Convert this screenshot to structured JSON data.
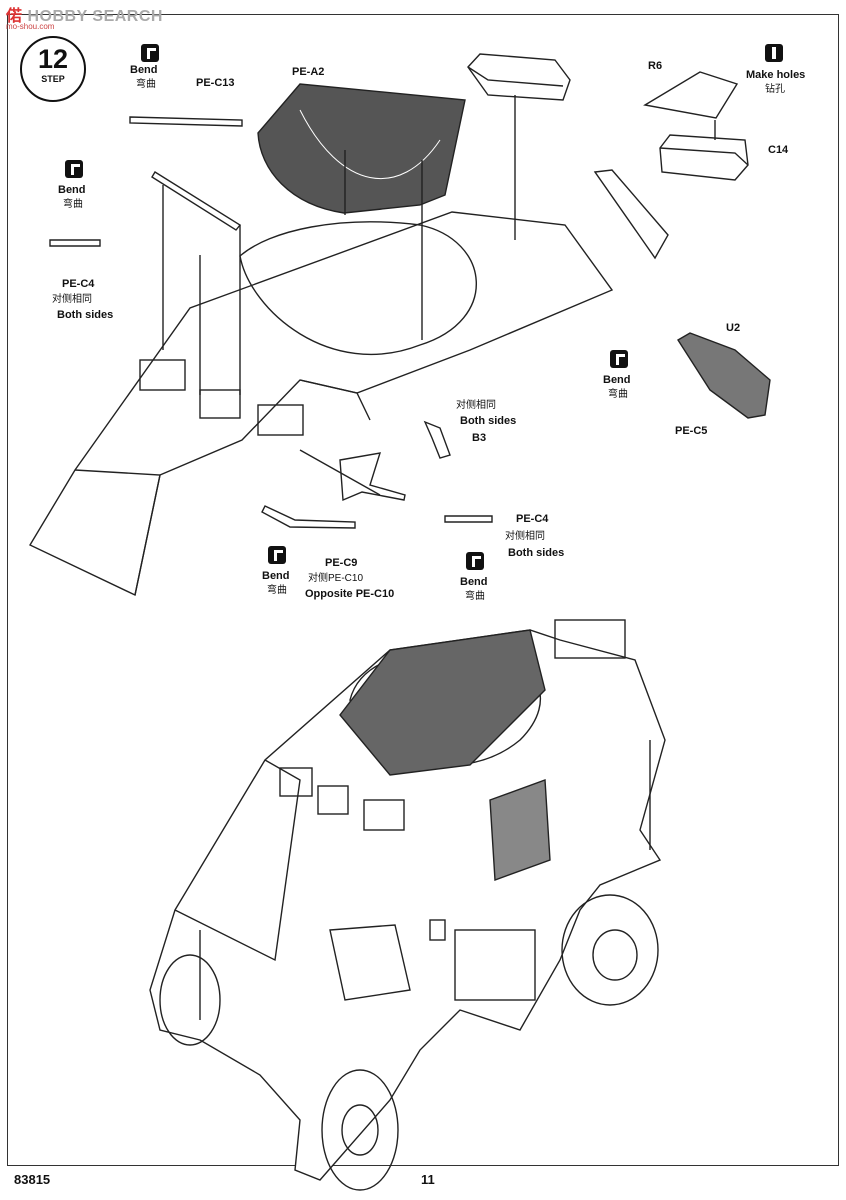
{
  "watermark": {
    "brand": "HOBBY SEARCH",
    "prefix": "偌",
    "site": "mo-shou.com"
  },
  "step": {
    "number": "12",
    "label": "STEP"
  },
  "labels": {
    "bend": "Bend",
    "bend_cn": "弯曲",
    "make_holes": "Make holes",
    "make_holes_cn": "钻孔",
    "both_sides_cn": "对侧相同",
    "both_sides": "Both sides",
    "opposite_cn": "对侧PE-C10",
    "opposite": "Opposite PE-C10"
  },
  "parts": {
    "pe_c13": "PE-C13",
    "pe_a2": "PE-A2",
    "r6": "R6",
    "c14": "C14",
    "pe_c4": "PE-C4",
    "u2": "U2",
    "pe_c5": "PE-C5",
    "b3": "B3",
    "pe_c9": "PE-C9"
  },
  "footer": {
    "kit_number": "83815",
    "page_number": "11"
  }
}
